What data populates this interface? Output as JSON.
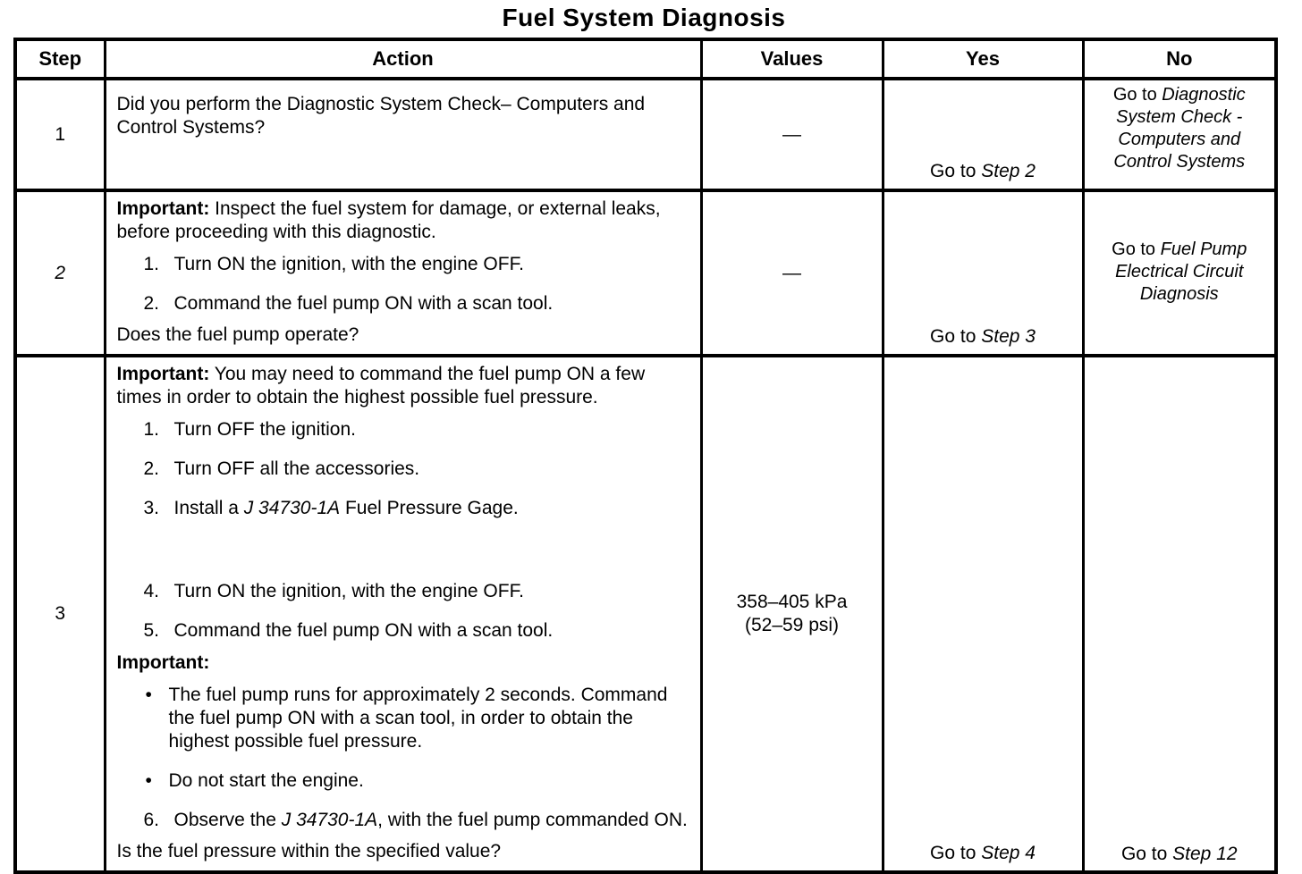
{
  "title": "Fuel System Diagnosis",
  "table": {
    "headers": [
      "Step",
      "Action",
      "Values",
      "Yes",
      "No"
    ],
    "rows": [
      {
        "step": "1",
        "action": [
          {
            "style": "question",
            "runs": [
              {
                "text": "Did you perform the Diagnostic System Check– Computers and Control Systems?"
              }
            ]
          }
        ],
        "values": "—",
        "yes": [
          {
            "text": "Go to "
          },
          {
            "text": "Step 2",
            "italic": true
          }
        ],
        "no": [
          {
            "text": "Go to "
          },
          {
            "text": "Diagnostic System Check - Computers and Control Systems",
            "italic": true
          }
        ]
      },
      {
        "step": "2",
        "action": [
          {
            "style": "para",
            "runs": [
              {
                "text": "Important:",
                "bold": true
              },
              {
                "text": " Inspect the fuel system for damage, or external leaks, before proceeding with this diagnostic."
              }
            ]
          },
          {
            "style": "num",
            "marker": "1.",
            "runs": [
              {
                "text": "Turn ON the ignition, with the engine OFF."
              }
            ]
          },
          {
            "style": "num",
            "marker": "2.",
            "runs": [
              {
                "text": "Command the fuel pump ON with a scan tool."
              }
            ]
          },
          {
            "style": "question push-bottom",
            "runs": [
              {
                "text": "Does the fuel pump operate?"
              }
            ]
          }
        ],
        "values": "—",
        "yes": [
          {
            "text": "Go to "
          },
          {
            "text": "Step 3",
            "italic": true
          }
        ],
        "no": [
          {
            "text": "Go to "
          },
          {
            "text": "Fuel Pump Electrical Circuit Diagnosis",
            "italic": true
          }
        ]
      },
      {
        "step": "3",
        "action": [
          {
            "style": "para",
            "runs": [
              {
                "text": "Important:",
                "bold": true
              },
              {
                "text": " You may need to command the fuel pump ON a few times in order to obtain the highest possible fuel pressure."
              }
            ]
          },
          {
            "style": "num",
            "marker": "1.",
            "runs": [
              {
                "text": "Turn OFF the ignition."
              }
            ]
          },
          {
            "style": "num",
            "marker": "2.",
            "runs": [
              {
                "text": "Turn OFF all the accessories."
              }
            ]
          },
          {
            "style": "num",
            "marker": "3.",
            "runs": [
              {
                "text": "Install a "
              },
              {
                "text": "J 34730-1A",
                "italic": true
              },
              {
                "text": " Fuel Pressure Gage."
              }
            ]
          },
          {
            "style": "num gap-before",
            "marker": "4.",
            "runs": [
              {
                "text": "Turn ON the ignition, with the engine OFF."
              }
            ]
          },
          {
            "style": "num",
            "marker": "5.",
            "runs": [
              {
                "text": "Command the fuel pump ON with a scan tool."
              }
            ]
          },
          {
            "style": "para",
            "runs": [
              {
                "text": "Important:",
                "bold": true
              }
            ]
          },
          {
            "style": "bullet",
            "marker": "•",
            "runs": [
              {
                "text": "The fuel pump runs for approximately 2 seconds. Command the fuel pump ON with a scan tool, in order to obtain the highest possible fuel pressure."
              }
            ]
          },
          {
            "style": "bullet",
            "marker": "•",
            "runs": [
              {
                "text": "Do not start the engine."
              }
            ]
          },
          {
            "style": "num",
            "marker": "6.",
            "runs": [
              {
                "text": "Observe the "
              },
              {
                "text": "J 34730-1A",
                "italic": true
              },
              {
                "text": ", with the fuel pump commanded ON."
              }
            ]
          },
          {
            "style": "question push-bottom",
            "runs": [
              {
                "text": "Is the fuel pressure within the specified value?"
              }
            ]
          }
        ],
        "values": "358–405 kPa\n(52–59 psi)",
        "yes": [
          {
            "text": "Go to "
          },
          {
            "text": "Step 4",
            "italic": true
          }
        ],
        "no": [
          {
            "text": "Go to "
          },
          {
            "text": "Step 12",
            "italic": true
          }
        ]
      }
    ]
  }
}
